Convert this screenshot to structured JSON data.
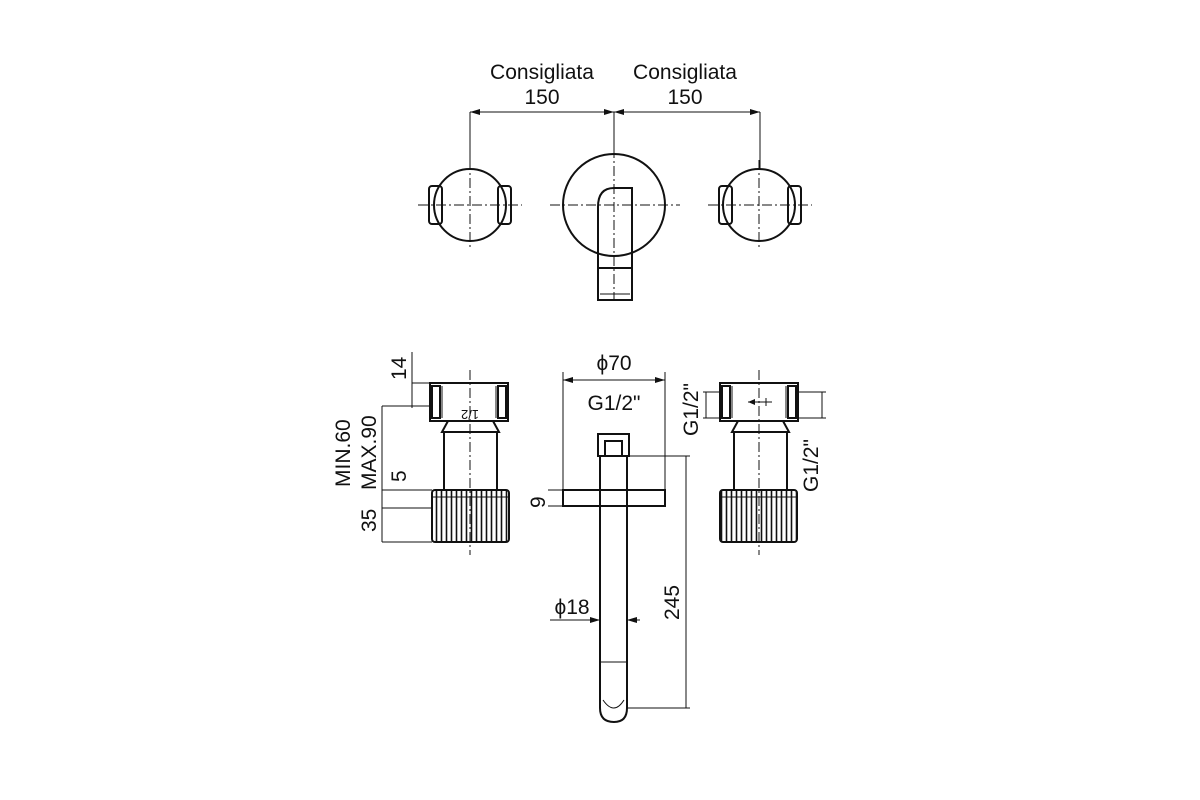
{
  "top_view": {
    "left_label": "Consigliata",
    "left_value": "150",
    "right_label": "Consigliata",
    "right_value": "150"
  },
  "side_view": {
    "dim_14": "14",
    "dim_min": "MIN.60",
    "dim_max": "MAX.90",
    "dim_5": "5",
    "dim_35": "35",
    "diam_70": "ϕ70",
    "spout_thread": "G1/2\"",
    "dim_9": "9",
    "diam_18": "ϕ18",
    "dim_245": "245",
    "right_thread_top": "G1/2\"",
    "right_thread_side": "G1/2\"",
    "valve_marking": "1/2"
  }
}
